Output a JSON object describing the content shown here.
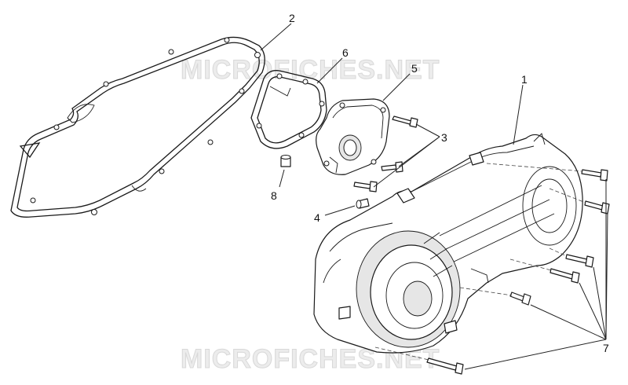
{
  "watermarks": [
    "MICROFICHES.NET",
    "MICROFICHES.NET"
  ],
  "callouts": [
    {
      "id": "1",
      "label": "1"
    },
    {
      "id": "2",
      "label": "2"
    },
    {
      "id": "3",
      "label": "3"
    },
    {
      "id": "4",
      "label": "4"
    },
    {
      "id": "5",
      "label": "5"
    },
    {
      "id": "6",
      "label": "6"
    },
    {
      "id": "7",
      "label": "7"
    },
    {
      "id": "8",
      "label": "8"
    }
  ],
  "colors": {
    "line": "#1a1a1a",
    "watermark": "#ececec",
    "background": "#ffffff"
  }
}
